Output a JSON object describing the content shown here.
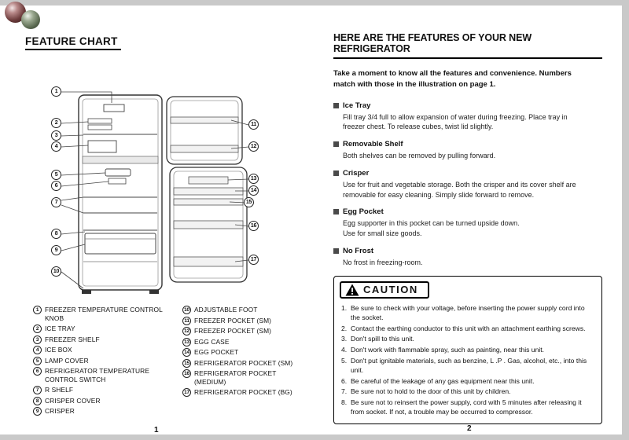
{
  "left": {
    "title": "FEATURE CHART",
    "page_number": "1",
    "callouts": [
      "1",
      "2",
      "3",
      "4",
      "5",
      "6",
      "7",
      "8",
      "9",
      "10",
      "11",
      "12",
      "13",
      "14",
      "15",
      "16",
      "17"
    ],
    "legend_left": [
      {
        "n": "1",
        "label": "FREEZER TEMPERATURE CONTROL KNOB"
      },
      {
        "n": "2",
        "label": "ICE TRAY"
      },
      {
        "n": "3",
        "label": "FREEZER SHELF"
      },
      {
        "n": "4",
        "label": "ICE BOX"
      },
      {
        "n": "5",
        "label": "LAMP COVER"
      },
      {
        "n": "6",
        "label": "REFRIGERATOR TEMPERATURE CONTROL SWITCH"
      },
      {
        "n": "7",
        "label": "R SHELF"
      },
      {
        "n": "8",
        "label": "CRISPER COVER"
      },
      {
        "n": "9",
        "label": "CRISPER"
      }
    ],
    "legend_right": [
      {
        "n": "10",
        "label": "ADJUSTABLE FOOT"
      },
      {
        "n": "11",
        "label": "FREEZER POCKET (SM)"
      },
      {
        "n": "12",
        "label": "FREEZER POCKET (SM)"
      },
      {
        "n": "13",
        "label": "EGG CASE"
      },
      {
        "n": "14",
        "label": "EGG POCKET"
      },
      {
        "n": "15",
        "label": "REFRIGERATOR POCKET (SM)"
      },
      {
        "n": "16",
        "label": "REFRIGERATOR POCKET (MEDIUM)"
      },
      {
        "n": "17",
        "label": "REFRIGERATOR POCKET (BG)"
      }
    ]
  },
  "right": {
    "title": "HERE ARE THE FEATURES OF YOUR NEW REFRIGERATOR",
    "intro": "Take a moment to know all the features and convenience. Numbers\nmatch with those in the illustration on page 1.",
    "page_number": "2",
    "features": [
      {
        "title": "Ice Tray",
        "body": "Fill tray 3/4 full to allow expansion of water during freezing. Place tray in\nfreezer chest. To release cubes, twist lid slightly."
      },
      {
        "title": "Removable Shelf",
        "body": "Both shelves can be removed by pulling forward."
      },
      {
        "title": "Crisper",
        "body": "Use for fruit and vegetable storage. Both the crisper and its cover shelf are\nremovable for easy cleaning. Simply slide forward to remove."
      },
      {
        "title": "Egg Pocket",
        "body": "Egg supporter in this pocket can be turned upside down.\nUse for small size goods."
      },
      {
        "title": "No Frost",
        "body": "No frost in freezing-room."
      }
    ],
    "caution": {
      "label": "CAUTION",
      "items": [
        {
          "num": "1.",
          "text": "Be sure to check with your voltage, before inserting the power supply cord into the socket."
        },
        {
          "num": "2.",
          "text": "Contact the earthing conductor to this unit with an attachment earthing screws."
        },
        {
          "num": "3.",
          "text": "Don't spill to this unit."
        },
        {
          "num": "4.",
          "text": "Don't work with flammable spray, such as painting, near this unit."
        },
        {
          "num": "5.",
          "text": "Don't put ignitable materials, such as benzine, L .P . Gas, alcohol, etc., into this unit."
        },
        {
          "num": "6.",
          "text": "Be careful of the leakage of any gas equipment near this unit."
        },
        {
          "num": "7.",
          "text": "Be sure not to hold to the door of this unit by children."
        },
        {
          "num": "8.",
          "text": "Be sure not to reinsert the power supply, cord with 5 minutes after releasing it from socket. If not, a trouble may be occurred to compressor."
        }
      ]
    }
  }
}
